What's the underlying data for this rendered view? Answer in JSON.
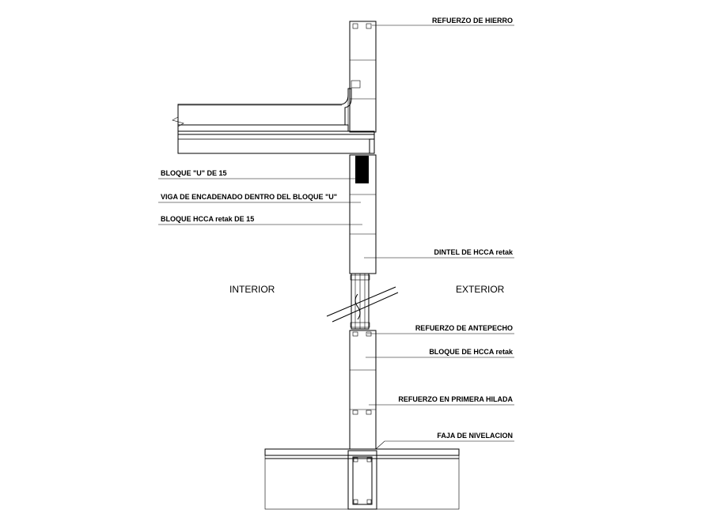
{
  "labels": {
    "refuerzo_hierro": "REFUERZO DE HIERRO",
    "bloque_u": "BLOQUE \"U\" DE 15",
    "viga_encadenado": "VIGA DE ENCADENADO DENTRO DEL BLOQUE \"U\"",
    "bloque_hcca_15": "BLOQUE HCCA retak DE 15",
    "dintel": "DINTEL DE HCCA retak",
    "interior": "INTERIOR",
    "exterior": "EXTERIOR",
    "refuerzo_antepecho": "REFUERZO DE ANTEPECHO",
    "bloque_hcca": "BLOQUE DE HCCA retak",
    "refuerzo_primera": "REFUERZO EN PRIMERA HILADA",
    "faja": "FAJA DE NIVELACION"
  }
}
